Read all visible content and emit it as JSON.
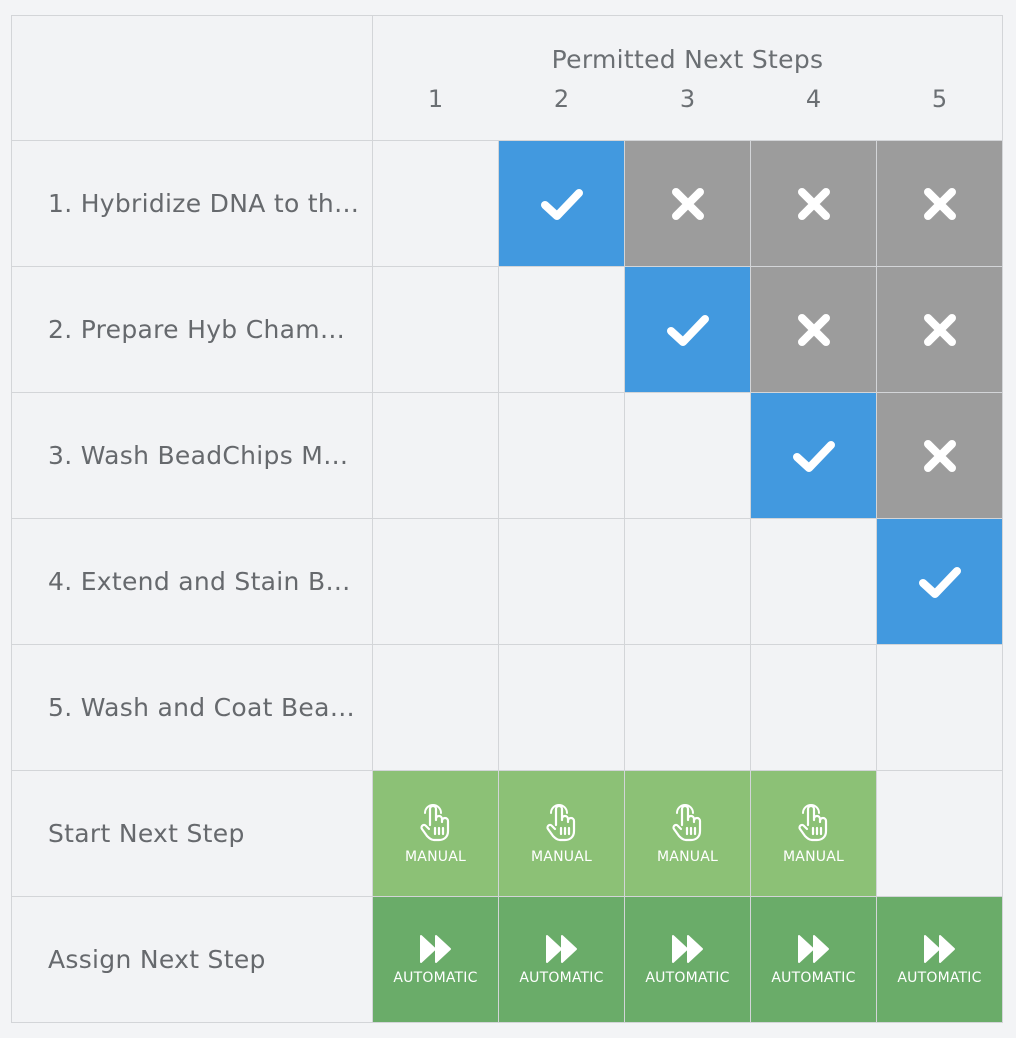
{
  "header": {
    "title": "Permitted Next Steps",
    "columns": [
      "1",
      "2",
      "3",
      "4",
      "5"
    ]
  },
  "steps": [
    {
      "label": "1. Hybridize DNA to th…",
      "cells": [
        "empty",
        "allowed",
        "blocked",
        "blocked",
        "blocked"
      ]
    },
    {
      "label": "2. Prepare Hyb Cham…",
      "cells": [
        "empty",
        "empty",
        "allowed",
        "blocked",
        "blocked"
      ]
    },
    {
      "label": "3. Wash BeadChips M…",
      "cells": [
        "empty",
        "empty",
        "empty",
        "allowed",
        "blocked"
      ]
    },
    {
      "label": "4. Extend and Stain B…",
      "cells": [
        "empty",
        "empty",
        "empty",
        "empty",
        "allowed"
      ]
    },
    {
      "label": "5. Wash and Coat Bea…",
      "cells": [
        "empty",
        "empty",
        "empty",
        "empty",
        "empty"
      ]
    }
  ],
  "start_next_step": {
    "label": "Start Next Step",
    "cells": [
      "manual",
      "manual",
      "manual",
      "manual",
      "empty"
    ],
    "mode_label": "MANUAL",
    "icon": "hand-pointer-icon"
  },
  "assign_next_step": {
    "label": "Assign Next Step",
    "cells": [
      "automatic",
      "automatic",
      "automatic",
      "automatic",
      "automatic"
    ],
    "mode_label": "AUTOMATIC",
    "icon": "fast-forward-icon"
  },
  "colors": {
    "allowed": "#4299df",
    "blocked": "#9c9c9c",
    "manual": "#8cc176",
    "automatic": "#6aac69",
    "background": "#f3f4f6"
  }
}
